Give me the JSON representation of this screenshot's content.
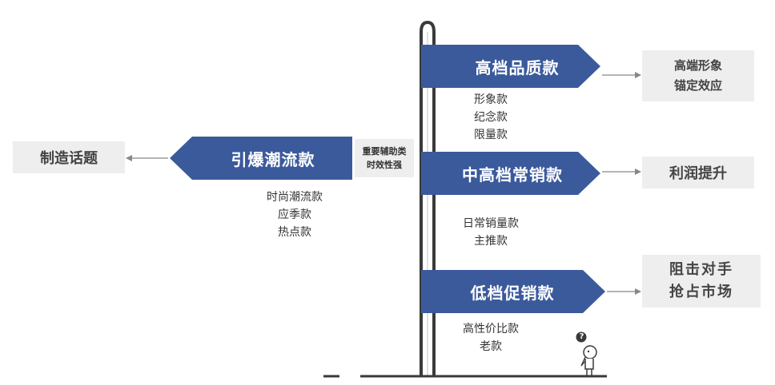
{
  "colors": {
    "sign": "#3b5a9c",
    "pole": "#3a3a3a",
    "box": "#eeeeee",
    "arrow": "#888888"
  },
  "signs": {
    "high": {
      "label": "高档品质款",
      "items": [
        "形象款",
        "纪念款",
        "限量款"
      ]
    },
    "mid": {
      "label": "中高档常销款",
      "items": [
        "日常销量款",
        "主推款"
      ]
    },
    "low": {
      "label": "低档促销款",
      "items": [
        "高性价比款",
        "老款"
      ]
    },
    "trend": {
      "label": "引爆潮流款",
      "items": [
        "时尚潮流款",
        "应季款",
        "热点款"
      ]
    }
  },
  "note": {
    "line1": "重要辅助类",
    "line2": "时效性强"
  },
  "results": {
    "high": {
      "line1": "高端形象",
      "line2": "锚定效应"
    },
    "mid": {
      "line1": "利润提升"
    },
    "low": {
      "line1": "阻击对手",
      "line2": "抢占市场"
    },
    "trend": {
      "line1": "制造话题"
    }
  },
  "figure": {
    "question": "?"
  }
}
